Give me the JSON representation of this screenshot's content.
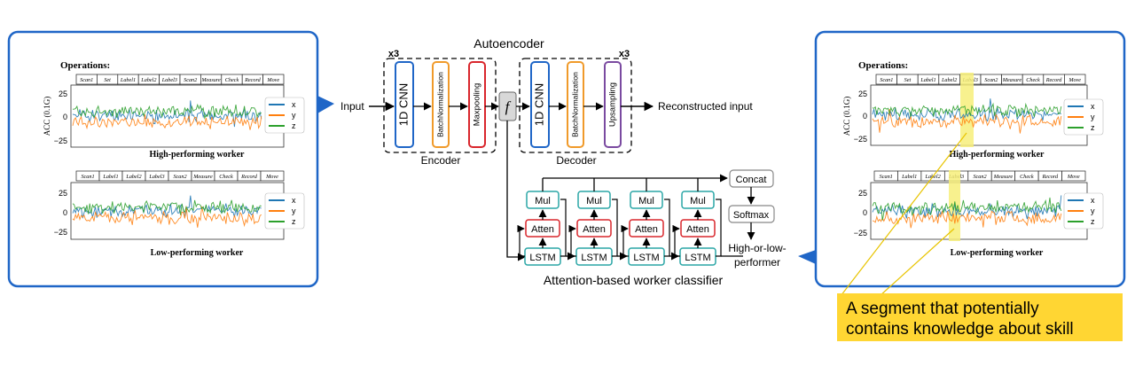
{
  "colors": {
    "panel_border": "#1f66c7",
    "series_x": "#1f77b4",
    "series_y": "#ff7f0e",
    "series_z": "#2ca02c",
    "cnn_border": "#1f66c7",
    "bn_border": "#f09a2a",
    "pool_border": "#d9262c",
    "up_border": "#7a4aa0",
    "lstm_border": "#2aa6a6",
    "atten_border": "#d9262c",
    "highlight": "#f7ef7a",
    "callout_bg": "#ffd633"
  },
  "autoencoder": {
    "title": "Autoencoder",
    "input_label": "Input",
    "output_label": "Reconstructed input",
    "encoder_label": "Encoder",
    "decoder_label": "Decoder",
    "repeat_left": "x3",
    "repeat_right": "x3",
    "latent_label": "f",
    "encoder_blocks": [
      "1D CNN",
      "BatchNormalization",
      "Maxpooling"
    ],
    "decoder_blocks": [
      "1D CNN",
      "BatchNormalization",
      "Upsampling"
    ]
  },
  "classifier": {
    "title": "Attention-based worker classifier",
    "lstm_label": "LSTM",
    "atten_label": "Atten",
    "mul_label": "Mul",
    "concat_label": "Concat",
    "softmax_label": "Softmax",
    "output_line1": "High-or-low-",
    "output_line2": "performer"
  },
  "left_panel": {
    "title": "Operations:",
    "ylabel": "ACC (0.1G)",
    "top_ops": [
      "Scan1",
      "Set",
      "Label1",
      "Label2",
      "Label3",
      "Scan2",
      "Measure",
      "Check",
      "Record",
      "Move"
    ],
    "bottom_ops": [
      "Scan1",
      "Label1",
      "Label2",
      "Label3",
      "Scan2",
      "Measure",
      "Check",
      "Record",
      "Move"
    ],
    "top_caption": "High-performing worker",
    "bottom_caption": "Low-performing worker",
    "top_yticks": [
      "25",
      "0",
      "−25"
    ],
    "bottom_yticks": [
      "25",
      "0",
      "−25"
    ],
    "legend": [
      "x",
      "y",
      "z"
    ]
  },
  "right_panel": {
    "title": "Operations:",
    "ylabel": "ACC (0.1G)",
    "top_ops": [
      "Scan1",
      "Set",
      "Label1",
      "Label2",
      "Label3",
      "Scan2",
      "Measure",
      "Check",
      "Record",
      "Move"
    ],
    "bottom_ops": [
      "Scan1",
      "Label1",
      "Label2",
      "Label3",
      "Scan2",
      "Measure",
      "Check",
      "Record",
      "Move"
    ],
    "top_caption": "High-performing worker",
    "bottom_caption": "Low-performing worker",
    "top_yticks": [
      "25",
      "0",
      "−25"
    ],
    "bottom_yticks": [
      "25",
      "0",
      "−25"
    ],
    "legend": [
      "x",
      "y",
      "z"
    ]
  },
  "callout": {
    "line1": "A segment that potentially",
    "line2": "contains knowledge about skill"
  }
}
